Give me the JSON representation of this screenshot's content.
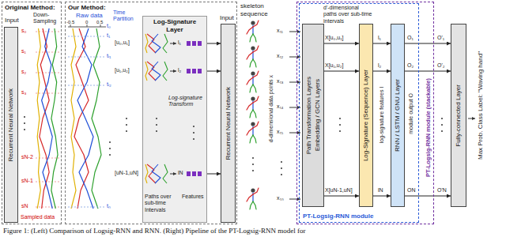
{
  "diagram": {
    "caption": "Figure 1: (Left) Comparison of Logsig-RNN and RNN. (Right) Pipeline of the PT-Logsig-RNN model for",
    "nodes": [
      {
        "text": [
          "Original Method:"
        ]
      },
      {
        "text": [
          "Recurrent Neural Network"
        ],
        "in": 0
      },
      {
        "text": [
          "Our Method:"
        ]
      },
      {
        "text": [
          "Log-Signature Layer"
        ],
        "in": 2
      },
      {
        "text": [
          "Recurrent Neural Network"
        ],
        "in": 2
      },
      {
        "text": [
          "PT-Logsig-RNN module (stackable)"
        ]
      },
      {
        "text": [
          "PT-Logsig-RNN module"
        ],
        "in": 5
      },
      {
        "text": [
          "Path Transformation Layers",
          "Embedding / GCN Layers"
        ],
        "in": 6
      },
      {
        "text": [
          "Log-Signature (Sequence) Layer"
        ],
        "in": 6
      },
      {
        "text": [
          "RNN / LSTM / GNU Layer"
        ],
        "in": 6
      },
      {
        "text": [
          "Fully-connected Layer"
        ]
      }
    ],
    "edges": [
      {
        "from": 3,
        "to": 4,
        "arrow": "to"
      },
      {
        "from": 3,
        "to": 4,
        "arrow": "to"
      },
      {
        "from": 3,
        "to": 4,
        "arrow": "to"
      },
      {
        "from": 7,
        "to": 8,
        "arrow": "to"
      },
      {
        "from": 7,
        "to": 8,
        "arrow": "to"
      },
      {
        "from": 7,
        "to": 8,
        "arrow": "to"
      },
      {
        "from": 8,
        "to": 9,
        "arrow": "to"
      },
      {
        "from": 8,
        "to": 9,
        "arrow": "to"
      },
      {
        "from": 8,
        "to": 9,
        "arrow": "to"
      },
      {
        "from": 9,
        "to": 10,
        "arrow": "to"
      },
      {
        "from": 9,
        "to": 10,
        "arrow": "to"
      },
      {
        "from": 9,
        "to": 10,
        "arrow": "to"
      }
    ],
    "labels": [
      "Input",
      "Down-Sampling",
      "s₀",
      "s₁",
      "s₂",
      "s₃",
      "sN-2",
      "sN-1",
      "sN",
      "Sampled data",
      "Raw data",
      "-0.5",
      "0",
      "0.5",
      "t₀",
      "t₁",
      "tᵢ₁",
      "tᵢ₂",
      "tₙ",
      "Time Partition",
      "[u₀,u₁]",
      "[u₁,u₂]",
      "[uN-1,uN]",
      "l₁",
      "l₂",
      "lN",
      "Log-signature Transform",
      "Paths over sub-time Intervals",
      "Features",
      "Input",
      "skeleton sequence",
      "d-dimensional data points x",
      "xₜ₁",
      "xₜ₂",
      "xₜ₃",
      "xₜ₄",
      "xₜ₅",
      "xₜₙ",
      "d'-dimensional paths over sub-time intervals",
      "X[u₀,u₁]",
      "X[u₁,u₂]",
      "X[uN-1,uN]",
      "log-signature features l",
      "l₁",
      "l₂",
      "lN",
      "module output O",
      "O₁",
      "O₂",
      "ON",
      "O'₁",
      "O'₂",
      "O'N",
      "Max Prob. Class Label: \"Waving hand\""
    ]
  }
}
